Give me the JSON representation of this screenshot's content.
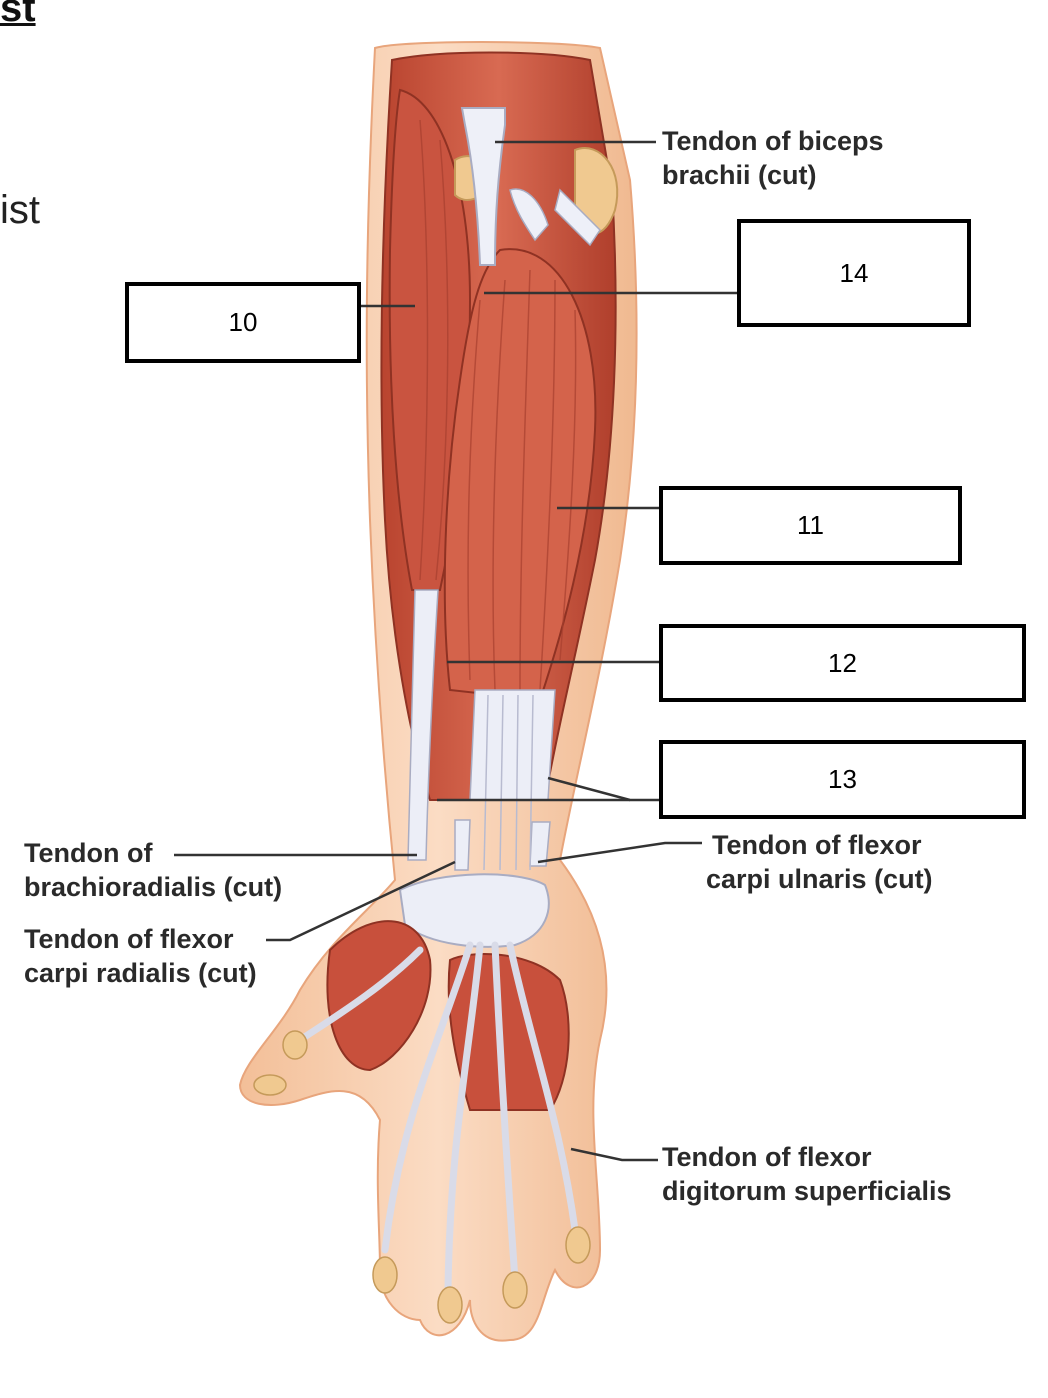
{
  "page_fragments": {
    "top": "st",
    "middle": "ist"
  },
  "labels": {
    "biceps_tendon": [
      "Tendon of biceps",
      "brachii (cut)"
    ],
    "brachioradialis_tendon": [
      "Tendon of",
      "brachioradialis (cut)"
    ],
    "flexor_carpi_radialis_tendon": [
      "Tendon of flexor",
      "carpi radialis (cut)"
    ],
    "flexor_carpi_ulnaris_tendon": [
      "Tendon of flexor",
      "carpi ulnaris (cut)"
    ],
    "flexor_digitorum_superficialis_tendon": [
      "Tendon of flexor",
      "digitorum superficialis"
    ]
  },
  "answer_boxes": {
    "box10": "10",
    "box11": "11",
    "box12": "12",
    "box13": "13",
    "box14": "14"
  },
  "colors": {
    "muscle": "#c8503c",
    "muscle_dark": "#a63a2b",
    "skin": "#f5c9a8",
    "tendon": "#e9eaf4",
    "bone": "#f0c990",
    "leader_line": "#333333"
  }
}
